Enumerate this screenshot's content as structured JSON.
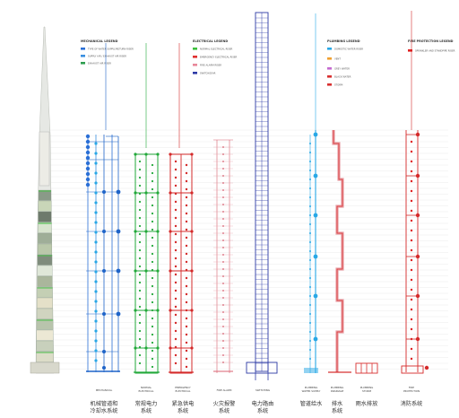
{
  "legends": {
    "mechanical": {
      "title": "MECHANICAL LEGEND",
      "color": "#1f64c8",
      "items": [
        {
          "label": "TYPE OF WATER SUPPLY/RETURN RISER",
          "color": "#2a6fd6"
        },
        {
          "label": "SUPPLY AIR / EXHAUST AIR RISER",
          "color": "#3a8fe0"
        },
        {
          "label": "EXHAUST AIR RISER",
          "color": "#2e9e4f"
        }
      ]
    },
    "electrical": {
      "title": "ELECTRICAL LEGEND",
      "color": "#d42a2a",
      "items": [
        {
          "label": "NORMAL ELECTRICAL RISER",
          "color": "#3cbf3c"
        },
        {
          "label": "EMERGENCY ELECTRICAL RISER",
          "color": "#e03030"
        },
        {
          "label": "FIRE ALARM RISER",
          "color": "#e8889a"
        },
        {
          "label": "SWITCHGEAR",
          "color": "#2d3aa6"
        }
      ]
    },
    "plumbing": {
      "title": "PLUMBING LEGEND",
      "color": "#1f64c8",
      "items": [
        {
          "label": "DOMESTIC WATER RISER",
          "color": "#28a8e6"
        },
        {
          "label": "VENT",
          "color": "#f0a030"
        },
        {
          "label": "GREY WATER",
          "color": "#c46ad0"
        },
        {
          "label": "BLACK WATER",
          "color": "#d83030"
        },
        {
          "label": "STORM",
          "color": "#d83030"
        }
      ]
    },
    "fire": {
      "title": "FIRE PROTECTION LEGEND",
      "color": "#d42a2a",
      "items": [
        {
          "label": "SPRINKLER AND STANDPIPE RISER",
          "color": "#e02020"
        }
      ]
    }
  },
  "columns": [
    {
      "en": "MECHANICAL",
      "en2": "",
      "zh": "机械管道和",
      "zh2": "冷却水系统",
      "color": "#1f64c8"
    },
    {
      "en": "NORMAL",
      "en2": "ELECTRICAL",
      "zh": "常规电力",
      "zh2": "系统",
      "color": "#22a83a"
    },
    {
      "en": "EMERGENCY",
      "en2": "ELECTRICAL",
      "zh": "紧急供电",
      "zh2": "系统",
      "color": "#d42a2a"
    },
    {
      "en": "FIRE ALARM",
      "en2": "",
      "zh": "火灾报警",
      "zh2": "系统",
      "color": "#d86070"
    },
    {
      "en": "SWITCHING",
      "en2": "",
      "zh": "电力路由",
      "zh2": "系统",
      "color": "#2d3aa6"
    },
    {
      "en": "PLUMBING",
      "en2": "WATER SUPPLY",
      "zh": "管道给水",
      "zh2": "",
      "color": "#28a8e6"
    },
    {
      "en": "PLUMBING",
      "en2": "DRAINAGE",
      "zh": "排水",
      "zh2": "系统",
      "color": "#d83030"
    },
    {
      "en": "PLUMBING",
      "en2": "STORM",
      "zh": "雨水排放",
      "zh2": "",
      "color": "#d83030"
    },
    {
      "en": "FIRE",
      "en2": "PROTECTION",
      "zh": "消防系统",
      "zh2": "",
      "color": "#d42a2a"
    }
  ]
}
